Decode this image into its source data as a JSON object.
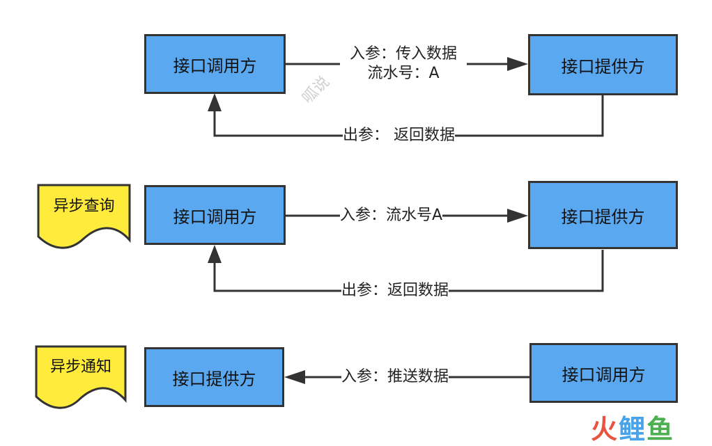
{
  "diagram1": {
    "caller": "接口调用方",
    "provider": "接口提供方",
    "request_line1": "入参：传入数据",
    "request_line2": "流水号：A",
    "response": "出参：  返回数据"
  },
  "diagram2": {
    "tag": "异步查询",
    "caller": "接口调用方",
    "provider": "接口提供方",
    "request": "入参：流水号A",
    "response": "出参：返回数据"
  },
  "diagram3": {
    "tag": "异步通知",
    "left_box": "接口提供方",
    "right_box": "接口调用方",
    "request": "入参：推送数据"
  },
  "watermark": "呱说",
  "brand": {
    "part1": "火",
    "part2": "鲤",
    "part3": "鱼"
  },
  "colors": {
    "box_fill": "#5aa9f0",
    "tag_fill": "#ffeb3b",
    "line": "#333333"
  }
}
